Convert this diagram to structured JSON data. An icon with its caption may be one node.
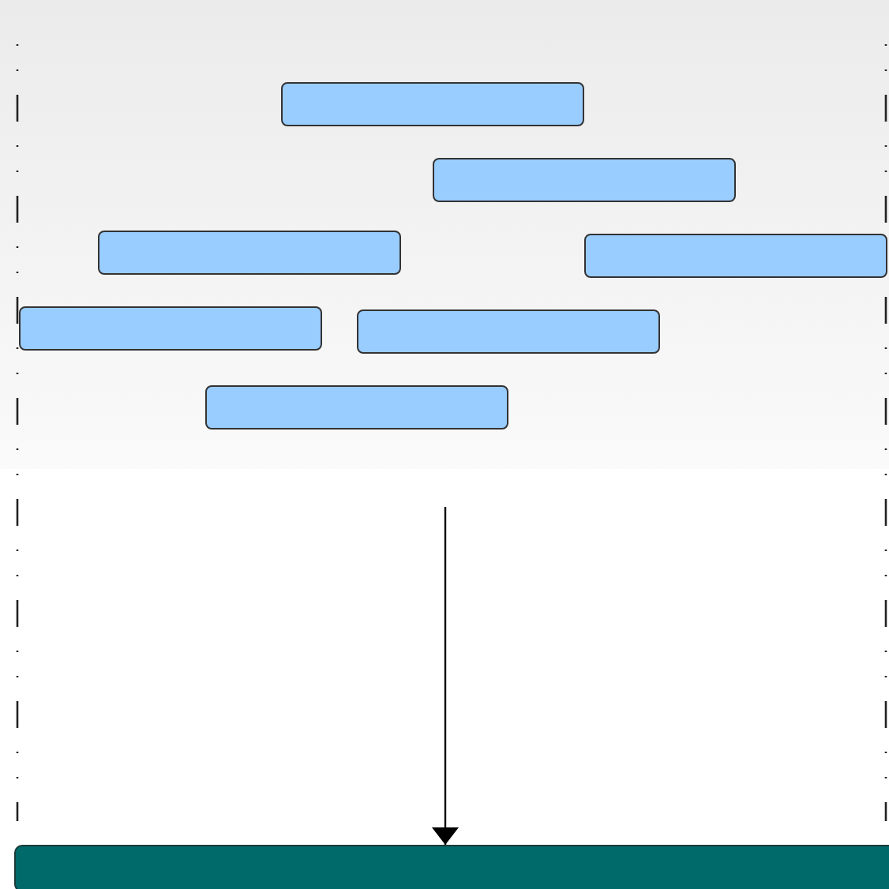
{
  "diagram": {
    "nodes": [
      {
        "text": [],
        "shape": "box"
      },
      {
        "text": [],
        "shape": "box"
      },
      {
        "text": [],
        "shape": "box"
      },
      {
        "text": [],
        "shape": "box"
      },
      {
        "text": [],
        "shape": "box"
      },
      {
        "text": [],
        "shape": "box"
      },
      {
        "text": [],
        "shape": "box"
      },
      {
        "text": [],
        "shape": "bar"
      }
    ],
    "edges": [
      {
        "from": null,
        "to": 7,
        "arrow": "to"
      }
    ]
  }
}
